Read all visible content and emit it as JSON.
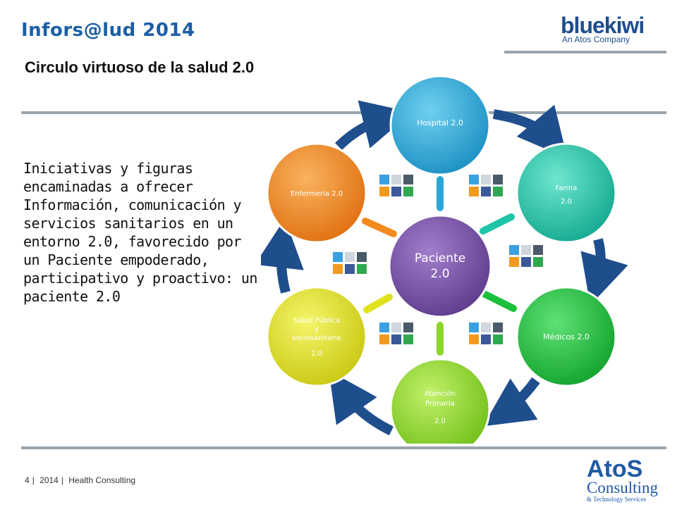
{
  "header": {
    "title": "Infors@lud 2014",
    "subtitle": "Circulo virtuoso de la salud 2.0"
  },
  "intro_text": "Iniciativas y figuras encaminadas a ofrecer Información, comunicación y servicios sanitarios en un entorno 2.0, favorecido por un Paciente empoderado, participativo y proactivo: un paciente 2.0",
  "logos": {
    "bluekiwi_main": "bluekiwi",
    "bluekiwi_sub": "An Atos Company",
    "atos_main": "AtoS",
    "atos_sub": "Consulting",
    "atos_sub2": "& Technology Services"
  },
  "footer": {
    "page": "4",
    "year": "2014",
    "unit": "Health Consulting",
    "separator": "|"
  },
  "diagram": {
    "center": {
      "label_line1": "Paciente",
      "label_line2": "2.0",
      "color": "#7b4fa6"
    },
    "nodes": [
      {
        "id": "hospital",
        "lines": [
          "Hospital 2.0"
        ],
        "color": "#29a8d8"
      },
      {
        "id": "farma",
        "lines": [
          "Farma",
          "2.0"
        ],
        "color": "#1fc4a8"
      },
      {
        "id": "medicos",
        "lines": [
          "Médicos 2.0"
        ],
        "color": "#1bbf3a"
      },
      {
        "id": "atencion",
        "lines": [
          "Atención",
          "Primaria",
          "2.0"
        ],
        "color": "#8dd62a"
      },
      {
        "id": "salud-publica",
        "lines": [
          "Salud Pública",
          "y",
          "sociosanitaria",
          "2.0"
        ],
        "color": "#e0e21f"
      },
      {
        "id": "enfermeria",
        "lines": [
          "Enfermería 2.0"
        ],
        "color": "#f28a1e"
      }
    ],
    "ring_color": "#1f4e8c"
  }
}
